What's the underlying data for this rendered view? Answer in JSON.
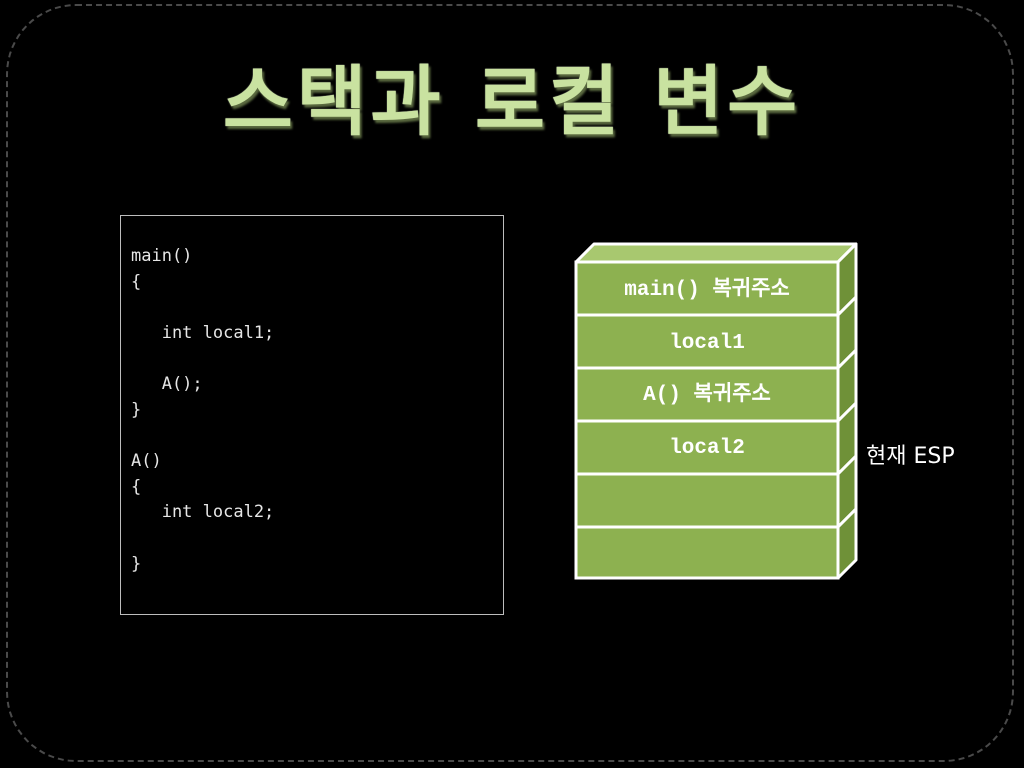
{
  "title": "스택과 로컬 변수",
  "code": {
    "lines": [
      "main()",
      "{",
      "   int local1;",
      "   A();",
      "}",
      "A()",
      "{",
      "   int local2;",
      "}"
    ]
  },
  "stack": {
    "cells": [
      "main() 복귀주소",
      "local1",
      "A() 복귀주소",
      "local2",
      "",
      ""
    ],
    "esp_label": "현재 ESP",
    "colors": {
      "cell_fill": "#8db150",
      "side_fill": "#6f9138",
      "top_fill": "#a8c86f",
      "edge": "#ffffff"
    }
  }
}
